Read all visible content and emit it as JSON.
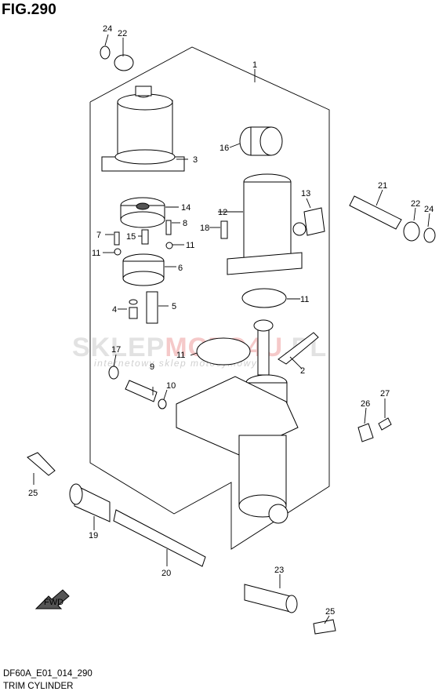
{
  "figure_title": "FIG.290",
  "footer": {
    "code": "DF60A_E01_014_290",
    "name": "TRIM CYLINDER"
  },
  "watermark": {
    "brand_a": "SKLEP",
    "brand_b": "MOTO",
    "brand_c": "4U",
    "brand_d": ".PL",
    "tagline": "internetowy sklep motocyklowy"
  },
  "fwd_label": "FWD",
  "callouts": [
    "1",
    "2",
    "3",
    "4",
    "5",
    "6",
    "7",
    "8",
    "9",
    "10",
    "11",
    "12",
    "13",
    "14",
    "15",
    "16",
    "17",
    "18",
    "19",
    "20",
    "21",
    "22",
    "23",
    "24",
    "25",
    "26",
    "27"
  ]
}
